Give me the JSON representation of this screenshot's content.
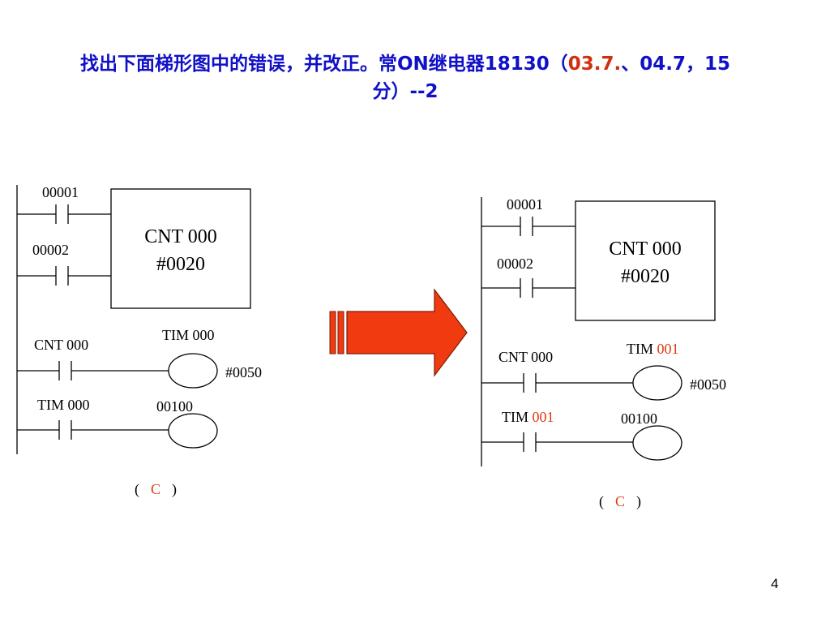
{
  "title": {
    "part1": "找出下面梯形图中的错误，并改正。常ON继电器18130（",
    "highlight": "03.7.",
    "part2": "、04.7，15",
    "part3": "分）--2"
  },
  "left": {
    "contact1": "00001",
    "contact2": "00002",
    "cnt_line1": "CNT 000",
    "cnt_line2": "#0020",
    "rung2_contact": "CNT 000",
    "timer_name": "TIM 000",
    "timer_set": "#0050",
    "rung3_contact": "TIM 000",
    "output": "00100",
    "answer_open": "(",
    "answer": "C",
    "answer_close": ")"
  },
  "right": {
    "contact1": "00001",
    "contact2": "00002",
    "cnt_line1": "CNT 000",
    "cnt_line2": "#0020",
    "rung2_contact": "CNT 000",
    "timer_prefix": "TIM",
    "timer_number": "001",
    "timer_set": "#0050",
    "rung3_prefix": "TIM",
    "rung3_number": "001",
    "output": "00100",
    "answer_open": "(",
    "answer": "C",
    "answer_close": ")"
  },
  "colors": {
    "title": "#1010c8",
    "highlight": "#d03010",
    "arrow": "#f03a10"
  },
  "page_number": "4"
}
